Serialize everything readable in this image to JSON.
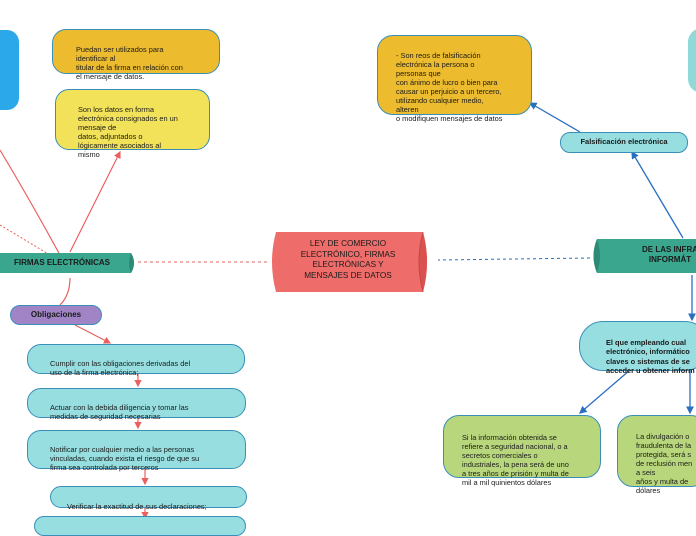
{
  "center": {
    "title": "LEY DE COMERCIO\nELECTRÓNICO, FIRMAS\nELECTRÓNICAS Y\nMENSAJES DE DATOS"
  },
  "left_branch": {
    "title": "FIRMAS ELECTRÓNICAS",
    "note_top": "Puedan ser utilizados para\nidentificar al\ntitular de la firma en relación con\nel mensaje de datos.",
    "note_def": "Son los datos en forma\nelectrónica consignados en un\nmensaje de\ndatos, adjuntados o\nlógicamente asociados al\nmismo",
    "obligations_label": "Obligaciones",
    "obligations": [
      "Cumplir con las obligaciones derivadas del\nuso de la firma electrónica;",
      "Actuar con la debida diligencia y tomar las\nmedidas de seguridad necesarias",
      "Notificar por cualquier medio a las personas\nvinculadas, cuando exista el riesgo de que su\nfirma sea controlada por terceros",
      "Verificar la exactitud de sus declaraciones;"
    ]
  },
  "right_branch": {
    "title": "DE LAS INFRA\nINFORMÁT",
    "falsification_label": "Falsificación electrónica",
    "falsification_note": "- Son reos de falsificación\nelectrónica la persona o\npersonas que\ncon ánimo de lucro o bien para\ncausar un perjuicio a un tercero,\nutilizando cualquier medio,\nalteren\no modifiquen mensajes de datos",
    "employee_node": "El que empleando cual\nelectrónico, informático\nclaves o sistemas de se\nacceder u obtener inform",
    "penalty_1": "Si la información obtenida se\nrefiere a seguridad nacional, o a\nsecretos comerciales o\nindustriales, la pena será de uno\na tres años de prisión y multa de\nmil a mil quinientos dólares",
    "penalty_2": "La divulgación o\nfraudulenta de la\nprotegida, será s\nde reclusión men\na seis\naños y multa de\ndólares"
  },
  "colors": {
    "center": "#ee6c69",
    "left_bar": "#3aa68e",
    "right_bar": "#3aa68e",
    "obligaciones": "#a084c6",
    "connector_left": "#e9605e",
    "connector_right": "#2a6fc0"
  }
}
